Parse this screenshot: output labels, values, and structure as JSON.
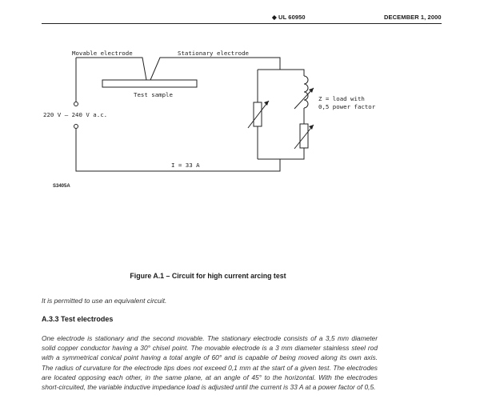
{
  "header": {
    "standard": "◆ UL 60950",
    "date": "DECEMBER 1, 2000"
  },
  "figure": {
    "labels": {
      "movable_electrode": "Movable electrode",
      "stationary_electrode": "Stationary electrode",
      "test_sample": "Test sample",
      "voltage": "220 V – 240 V a.c.",
      "load_line1": "Z = load with",
      "load_line2": "0,5 power factor",
      "current": "I = 33 A"
    },
    "figure_code": "S3405A",
    "caption": "Figure A.1 – Circuit for high current arcing test"
  },
  "text": {
    "equivalent_note": "It is permitted to use an equivalent circuit.",
    "section_heading": "A.3.3  Test electrodes",
    "paragraph": "One electrode is stationary and the second movable. The stationary electrode consists of a 3,5 mm diameter solid copper conductor having a 30° chisel point. The movable electrode is a 3 mm diameter stainless steel rod with a symmetrical conical point having a total angle of 60° and is capable of being moved along its own axis. The radius of curvature for the electrode tips does not exceed 0,1 mm at the start of a given test. The electrodes are located opposing each other, in the same plane, at an angle of 45° to the horizontal. With the electrodes short-circuited, the variable inductive impedance load is adjusted until the current is 33 A at a power factor of 0,5."
  }
}
